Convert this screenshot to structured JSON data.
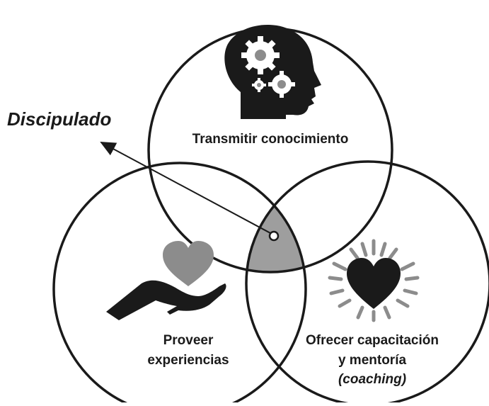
{
  "diagram": {
    "callout": {
      "label": "Discipulado"
    },
    "circles": [
      {
        "id": "top",
        "lines": [
          "Transmitir conocimiento"
        ],
        "icon": "head-with-gears-icon"
      },
      {
        "id": "left",
        "lines": [
          "Proveer",
          "experiencias"
        ],
        "icon": "hand-holding-heart-icon"
      },
      {
        "id": "right",
        "lines": [
          "Ofrecer capacitación",
          "y mentoría",
          "(coaching)"
        ],
        "icon": "radiant-heart-icon"
      }
    ],
    "colors": {
      "outline": "#1a1a1a",
      "intersection": "#9e9e9e",
      "icon_dark": "#1a1a1a",
      "icon_gray": "#8c8c8c"
    }
  }
}
